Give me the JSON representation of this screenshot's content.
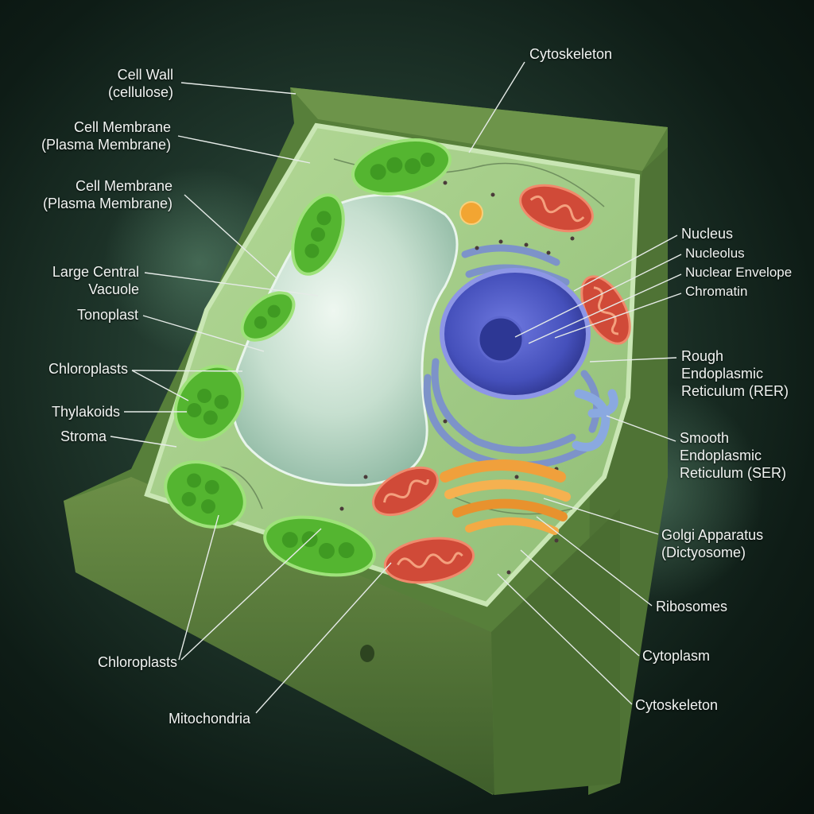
{
  "labels": {
    "cell_wall": [
      "Cell Wall",
      "(cellulose)"
    ],
    "cell_membrane_1": [
      "Cell Membrane",
      "(Plasma Membrane)"
    ],
    "cell_membrane_2": [
      "Cell Membrane",
      "(Plasma Membrane)"
    ],
    "large_central_vacuole": [
      "Large Central",
      "Vacuole"
    ],
    "tonoplast": "Tonoplast",
    "chloroplasts_top": "Chloroplasts",
    "thylakoids": "Thylakoids",
    "stroma": "Stroma",
    "chloroplasts_bottom": "Chloroplasts",
    "mitochondria": "Mitochondria",
    "cytoskeleton_top": "Cytoskeleton",
    "nucleus": "Nucleus",
    "nucleolus": "Nucleolus",
    "nuclear_envelope": "Nuclear Envelope",
    "chromatin": "Chromatin",
    "rough_er": [
      "Rough",
      "Endoplasmic",
      "Reticulum (RER)"
    ],
    "smooth_er": [
      "Smooth",
      "Endoplasmic",
      "Reticulum (SER)"
    ],
    "golgi": [
      "Golgi Apparatus",
      "(Dictyosome)"
    ],
    "ribosomes": "Ribosomes",
    "cytoplasm": "Cytoplasm",
    "cytoskeleton_bottom": "Cytoskeleton"
  },
  "colors": {
    "cell_wall": "#5f8a40",
    "cytoplasm": "#a6cf88",
    "vacuole": "#d2e7d8",
    "chloroplast": "#4fb02d",
    "mitochondria": "#d04a38",
    "nucleus": "#4a55c2",
    "er": "#7d93c9",
    "golgi": "#f0a03c",
    "label_text": "#f1f4f2",
    "leader_line": "#e6ebe8"
  }
}
